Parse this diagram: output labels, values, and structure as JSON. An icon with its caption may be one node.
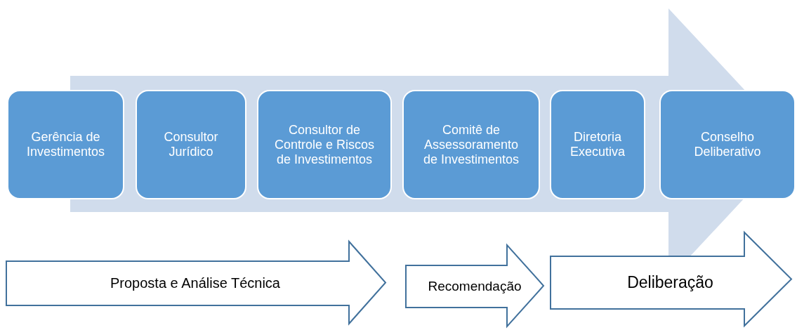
{
  "diagram": {
    "nodes": [
      {
        "text": [
          "Gerência de Investimentos"
        ]
      },
      {
        "text": [
          "Consultor Jurídico"
        ]
      },
      {
        "text": [
          "Consultor de Controle e Riscos de Investimentos"
        ]
      },
      {
        "text": [
          "Comitê de Assessoramento de Investimentos"
        ]
      },
      {
        "text": [
          "Diretoria Executiva"
        ]
      },
      {
        "text": [
          "Conselho Deliberativo"
        ]
      },
      {
        "text": [
          "Proposta e Análise Técnica"
        ]
      },
      {
        "text": [
          "Deliberação"
        ]
      }
    ],
    "edges": [
      {
        "from": 6,
        "to": 7,
        "arrow": "to",
        "label": "Recomendação"
      }
    ]
  }
}
